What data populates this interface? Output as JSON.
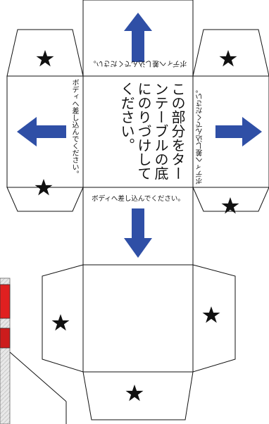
{
  "template": {
    "center_instruction": "この部分をターンテーブルの底にのりづけしてください。",
    "center_instruction_lines": [
      "この部分をター",
      "ンテーブルの底",
      "にのりづけして",
      "ください。"
    ],
    "insert_label": "ボディへ差し込んでください。",
    "top_flap_label": "ボディへ差し込んでください。",
    "left_flap_label": "ボディへ差し込んでください。",
    "right_flap_label": "ボディへ差し込んでください。",
    "bottom_flap_label": "ボディへ差し込んでください。"
  },
  "colors": {
    "arrow": "#2f4fa6",
    "line": "#111111",
    "star": "#111111",
    "red_part": "#e02020",
    "gray_part": "#b8b8b8"
  },
  "icons": {
    "arrow_up": "arrow-up-icon",
    "arrow_down": "arrow-down-icon",
    "arrow_left": "arrow-left-icon",
    "arrow_right": "arrow-right-icon",
    "star": "star-icon"
  }
}
